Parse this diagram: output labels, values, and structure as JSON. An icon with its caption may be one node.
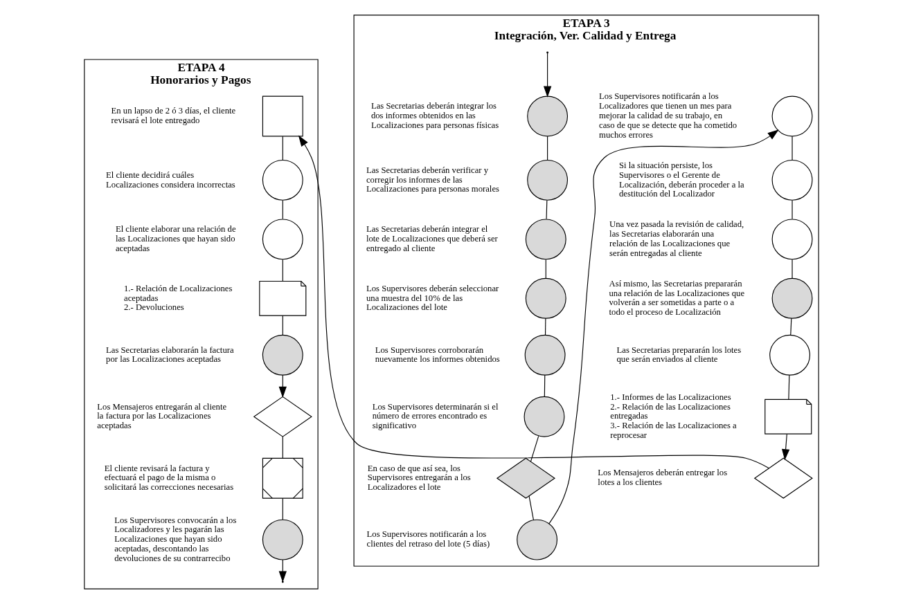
{
  "diagram": {
    "nodes": [
      {
        "text": [
          "ETAPA 3",
          "Integración, Ver. Calidad y Entrega"
        ]
      },
      {
        "text": [],
        "shape": "circle",
        "in": 0,
        "beside": [
          "Las Secretarias deberán integrar los dos informes obtenidos en las Localizaciones para personas físicas"
        ]
      },
      {
        "text": [],
        "shape": "circle",
        "in": 0,
        "beside": [
          "Las Secretarias deberán verificar y corregir los informes de las Localizaciones para personas morales"
        ]
      },
      {
        "text": [],
        "shape": "circle",
        "in": 0,
        "beside": [
          "Las Secretarias deberán integrar el lote de Localizaciones que deberá ser entregado al cliente"
        ]
      },
      {
        "text": [],
        "shape": "circle",
        "in": 0,
        "beside": [
          "Los Supervisores deberán seleccionar una muestra del 10% de las Localizaciones del lote"
        ]
      },
      {
        "text": [],
        "shape": "circle",
        "in": 0,
        "beside": [
          "Los Supervisores corroborarán nuevamente los informes obtenidos"
        ]
      },
      {
        "text": [],
        "shape": "circle",
        "in": 0,
        "beside": [
          "Los Supervisores determinarán si el número de errores encontrado es significativo"
        ]
      },
      {
        "text": [],
        "shape": "diamond",
        "in": 0,
        "beside": [
          "En caso de que así sea, los Supervisores entregarán a los Localizadores el lote"
        ]
      },
      {
        "text": [],
        "shape": "circle",
        "in": 0,
        "beside": [
          "Los Supervisores notificarán a los clientes del retraso del lote (5 días)"
        ]
      },
      {
        "text": [],
        "shape": "circle",
        "in": 0,
        "beside": [
          "Los Supervisores notificarán a los Localizadores que tienen un mes para mejorar la calidad de su trabajo, en caso de que se detecte que ha cometido muchos errores"
        ]
      },
      {
        "text": [],
        "shape": "circle",
        "in": 0,
        "beside": [
          "Si la situación persiste, los Supervisores o el Gerente de Localización, deberán proceder a la destitución del Localizador"
        ]
      },
      {
        "text": [],
        "shape": "circle",
        "in": 0,
        "beside": [
          "Una vez pasada la revisión de calidad, las Secretarias elaborarán una relación de las Localizaciones que serán entregadas al cliente"
        ]
      },
      {
        "text": [],
        "shape": "circle",
        "in": 0,
        "beside": [
          "Así mismo, las Secretarias prepararán una relación de las Localizaciones que volverán a ser sometidas a parte o a todo el proceso de Localización"
        ]
      },
      {
        "text": [],
        "shape": "circle",
        "in": 0,
        "beside": [
          "Las Secretarias prepararán los lotes que serán enviados al cliente"
        ]
      },
      {
        "text": [],
        "shape": "document",
        "in": 0,
        "beside": [
          "1.- Informes de las Localizaciones",
          "2.- Relación de las Localizaciones entregadas",
          "3.- Relación de las Localizaciones a reprocesar"
        ]
      },
      {
        "text": [],
        "shape": "diamond",
        "in": 0,
        "beside": [
          "Los Mensajeros deberán entregar los lotes a los clientes"
        ]
      },
      {
        "text": [
          "ETAPA 4",
          "Honorarios y Pagos"
        ]
      },
      {
        "text": [],
        "shape": "box",
        "in": 16,
        "beside": [
          "En un lapso de 2 ó 3 días, el cliente revisará el lote entregado"
        ]
      },
      {
        "text": [],
        "shape": "circle",
        "in": 16,
        "beside": [
          "El cliente decidirá cuáles Localizaciones considera incorrectas"
        ]
      },
      {
        "text": [],
        "shape": "circle",
        "in": 16,
        "beside": [
          "El cliente elaborar una relación de las Localizaciones que hayan sido aceptadas"
        ]
      },
      {
        "text": [],
        "shape": "document",
        "in": 16,
        "beside": [
          "1.- Relación de Localizaciones aceptadas",
          "2.- Devoluciones"
        ]
      },
      {
        "text": [],
        "shape": "circle",
        "in": 16,
        "beside": [
          "Las Secretarias elaborarán la factura por las Localizaciones aceptadas"
        ]
      },
      {
        "text": [],
        "shape": "diamond",
        "in": 16,
        "beside": [
          "Los Mensajeros entregarán al cliente la factura por las Localizaciones aceptadas"
        ]
      },
      {
        "text": [],
        "shape": "square",
        "in": 16,
        "beside": [
          "El cliente revisará la factura y efectuará el pago de la misma o solicitará las correcciones necesarias"
        ]
      },
      {
        "text": [],
        "shape": "circle",
        "in": 16,
        "beside": [
          "Los Supervisores convocarán a los Localizadores y les pagarán las Localizaciones que hayan sido aceptadas, descontando las devoluciones de su contrarrecibo"
        ]
      }
    ],
    "edges": [
      {
        "from": null,
        "to": 1,
        "arrow": "to"
      },
      {
        "from": 1,
        "to": 2,
        "arrow": "none"
      },
      {
        "from": 2,
        "to": 3,
        "arrow": "none"
      },
      {
        "from": 3,
        "to": 4,
        "arrow": "none"
      },
      {
        "from": 4,
        "to": 5,
        "arrow": "none"
      },
      {
        "from": 5,
        "to": 6,
        "arrow": "none"
      },
      {
        "from": 6,
        "to": 7,
        "arrow": "none"
      },
      {
        "from": 7,
        "to": 8,
        "arrow": "none"
      },
      {
        "from": 8,
        "to": 9,
        "arrow": "to"
      },
      {
        "from": 9,
        "to": 10,
        "arrow": "none"
      },
      {
        "from": 10,
        "to": 11,
        "arrow": "none"
      },
      {
        "from": 11,
        "to": 12,
        "arrow": "none"
      },
      {
        "from": 12,
        "to": 13,
        "arrow": "none"
      },
      {
        "from": 13,
        "to": 14,
        "arrow": "none"
      },
      {
        "from": 14,
        "to": 15,
        "arrow": "to"
      },
      {
        "from": 15,
        "to": 17,
        "arrow": "to"
      },
      {
        "from": 17,
        "to": 18,
        "arrow": "none"
      },
      {
        "from": 18,
        "to": 19,
        "arrow": "none"
      },
      {
        "from": 19,
        "to": 20,
        "arrow": "none"
      },
      {
        "from": 20,
        "to": 21,
        "arrow": "none"
      },
      {
        "from": 21,
        "to": 22,
        "arrow": "to"
      },
      {
        "from": 22,
        "to": 23,
        "arrow": "none"
      },
      {
        "from": 23,
        "to": 24,
        "arrow": "none"
      },
      {
        "from": 24,
        "to": null,
        "arrow": "to"
      }
    ]
  }
}
